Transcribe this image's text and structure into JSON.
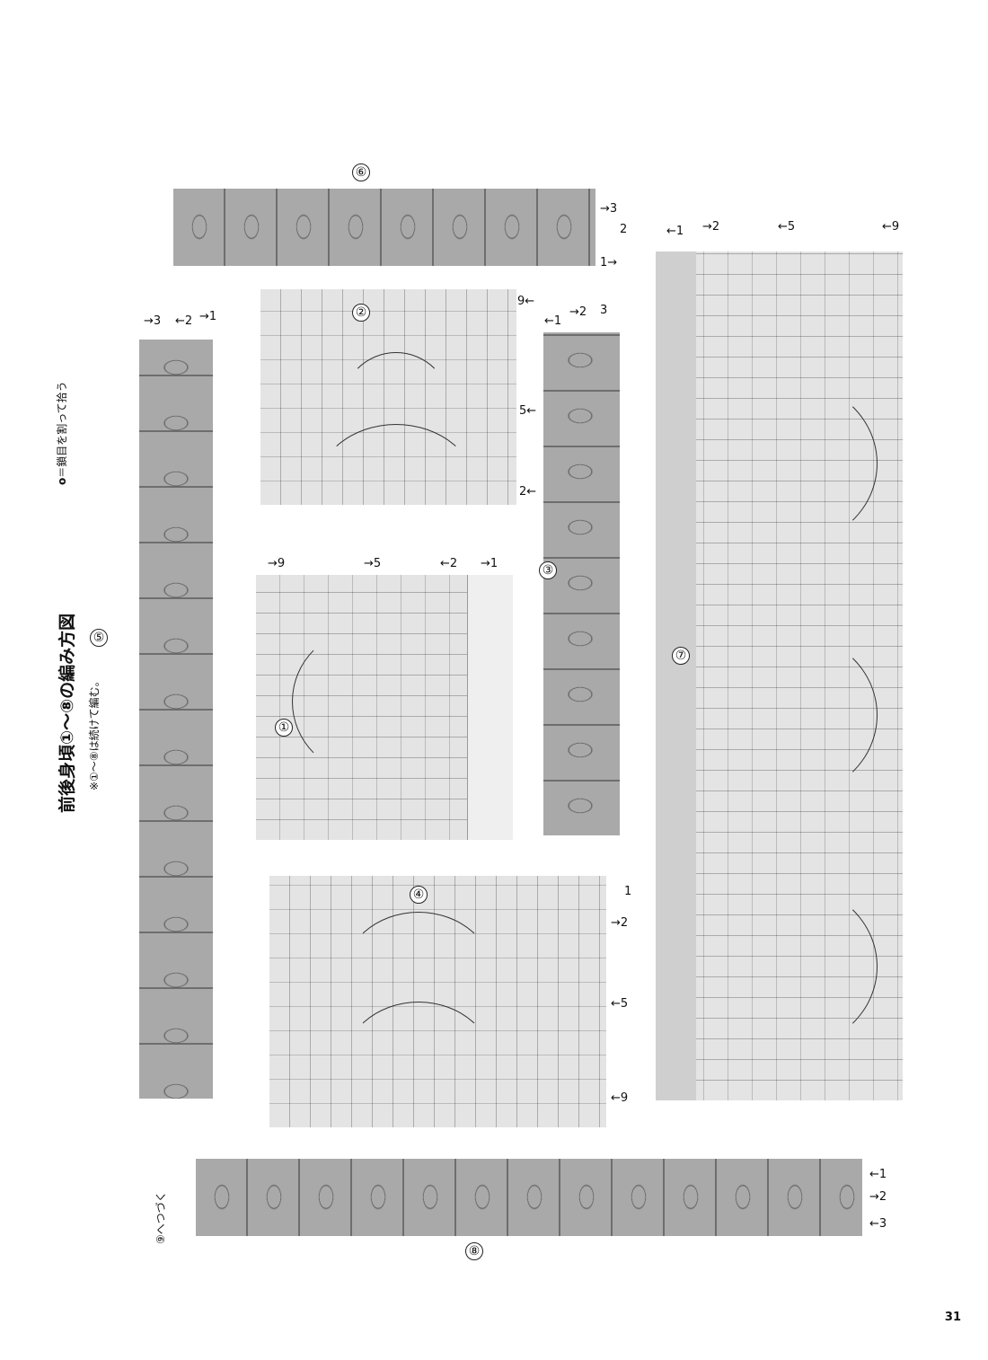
{
  "title": "前後身頃①～⑧の編み方図",
  "note_continuous": "※①～⑧は続けて編む。",
  "legend": {
    "symbol": "o",
    "text": "＝鎖目を割って拾う"
  },
  "continue_label": "⑨へつづく",
  "blocks": {
    "b1": "①",
    "b2": "②",
    "b3": "③",
    "b4": "④",
    "b5": "⑤",
    "b6": "⑥",
    "b7": "⑦",
    "b8": "⑧"
  },
  "row_labels": {
    "b6": [
      "→3",
      "2",
      "1→"
    ],
    "b5": [
      "→3",
      "←2",
      "→1"
    ],
    "b2": [
      "9←",
      "5←",
      "2←"
    ],
    "b3": [
      "←1",
      "→2",
      "3"
    ],
    "b1": [
      "→9",
      "→5",
      "←2",
      "→1"
    ],
    "b4": [
      "1",
      "→2",
      "←5",
      "←9"
    ],
    "b7": [
      "←1",
      "→2",
      "←5",
      "←9"
    ],
    "b8": [
      "←1",
      "→2",
      "←3"
    ]
  },
  "page_number": "31"
}
